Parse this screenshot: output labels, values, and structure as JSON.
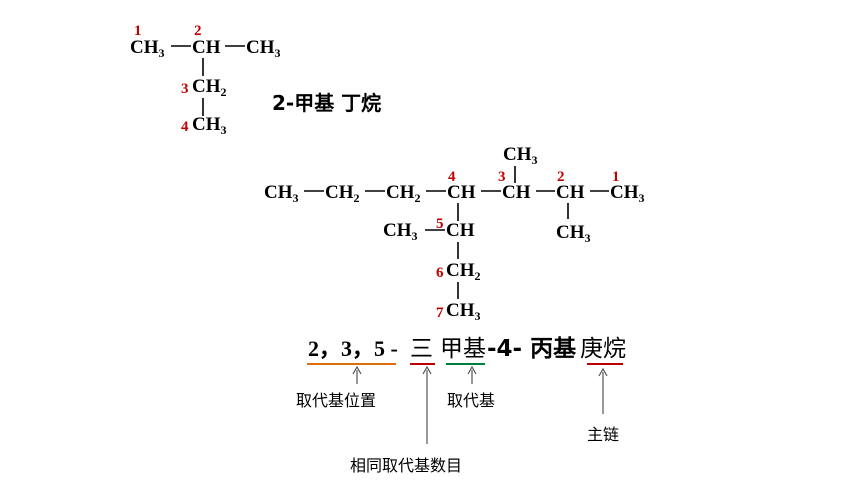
{
  "molecule1": {
    "c1": "CH",
    "c1_sub": "3",
    "c2": "CH",
    "c2_branch": "CH",
    "c2_branch_sub": "3",
    "c3": "CH",
    "c3_sub": "2",
    "c4": "CH",
    "c4_sub": "3",
    "n1": "1",
    "n2": "2",
    "n3": "3",
    "n4": "4",
    "name": "2-甲基 丁烷"
  },
  "molecule2": {
    "a": "CH",
    "a_sub": "3",
    "b": "CH",
    "b_sub": "2",
    "c": "CH",
    "c_sub": "2",
    "d": "CH",
    "e": "CH",
    "f": "CH",
    "g": "CH",
    "g_sub": "3",
    "top_methyl": "CH",
    "top_methyl_sub": "3",
    "low_methyl": "CH",
    "low_methyl_sub": "3",
    "side_methyl": "CH",
    "side_methyl_sub": "3",
    "c5": "CH",
    "c6": "CH",
    "c6_sub": "2",
    "c7": "CH",
    "c7_sub": "3",
    "n1": "1",
    "n2": "2",
    "n3": "3",
    "n4": "4",
    "n5": "5",
    "n6": "6",
    "n7": "7"
  },
  "name2": {
    "locants": "2，3，5 -",
    "count": "三",
    "substituent": "甲基",
    "mid": " -4- 丙基 ",
    "chain": "庚烷"
  },
  "notes": {
    "positions": "取代基位置",
    "substituent": "取代基",
    "main_chain": "主链",
    "same_count": "相同取代基数目"
  },
  "colors": {
    "number_red": "#c00000",
    "underline_orange": "#e36c0a",
    "underline_red": "#c00000",
    "underline_green": "#00803c"
  }
}
